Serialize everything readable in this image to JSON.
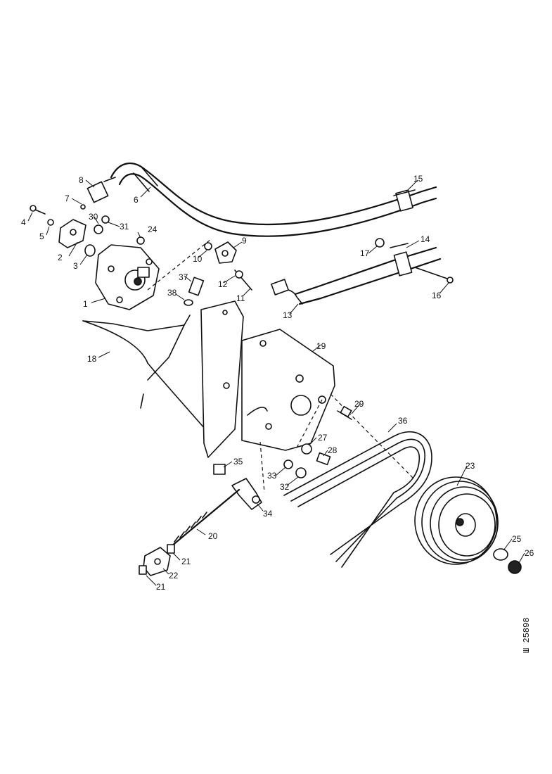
{
  "reference_number": "Ш 25898",
  "callouts": [
    "1",
    "2",
    "3",
    "4",
    "5",
    "6",
    "7",
    "8",
    "9",
    "10",
    "11",
    "12",
    "13",
    "14",
    "15",
    "16",
    "17",
    "18",
    "19",
    "20",
    "21",
    "21",
    "22",
    "23",
    "24",
    "25",
    "26",
    "27",
    "28",
    "29",
    "30",
    "31",
    "32",
    "33",
    "34",
    "35",
    "36",
    "37",
    "38"
  ]
}
